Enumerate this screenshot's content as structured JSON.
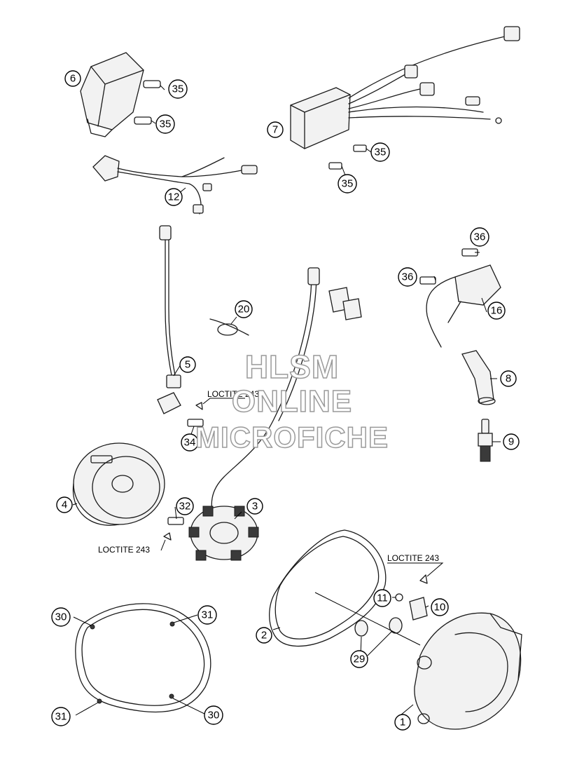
{
  "callouts": [
    {
      "label": "1"
    },
    {
      "label": "2"
    },
    {
      "label": "3"
    },
    {
      "label": "4"
    },
    {
      "label": "5"
    },
    {
      "label": "6"
    },
    {
      "label": "7"
    },
    {
      "label": "8"
    },
    {
      "label": "9"
    },
    {
      "label": "10"
    },
    {
      "label": "11"
    },
    {
      "label": "12"
    },
    {
      "label": "16"
    },
    {
      "label": "20"
    },
    {
      "label": "29"
    },
    {
      "label": "30"
    },
    {
      "label": "31"
    },
    {
      "label": "32"
    },
    {
      "label": "34"
    },
    {
      "label": "35"
    },
    {
      "label": "36"
    }
  ],
  "notes": {
    "loctite_243": "LOCTITE 243"
  },
  "watermark": {
    "line1": "HLSM",
    "line2": "ONLINE",
    "line3": "MICROFICHE"
  }
}
